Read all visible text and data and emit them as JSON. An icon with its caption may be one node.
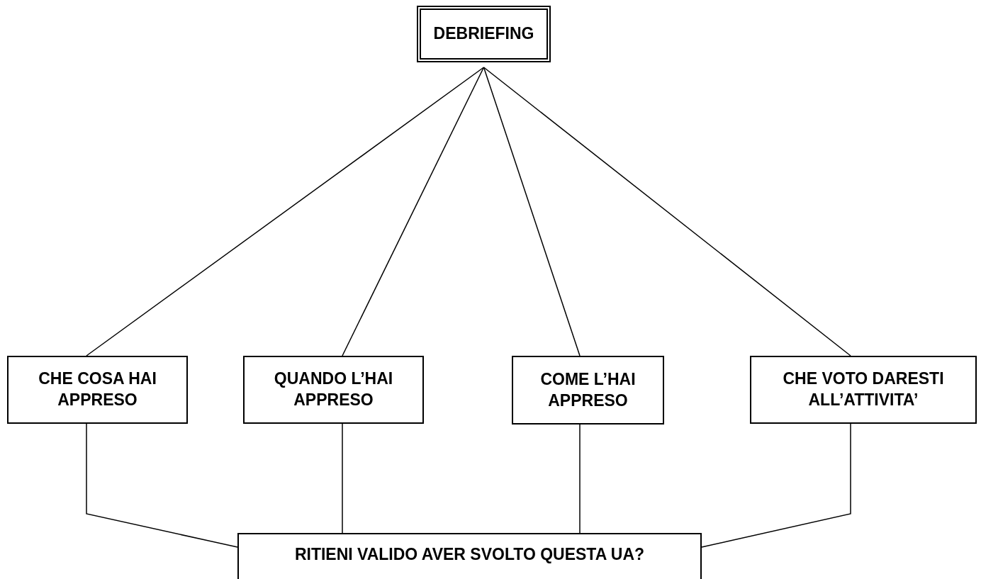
{
  "diagram": {
    "nodes": [
      {
        "text": [
          "DEBRIEFING"
        ]
      },
      {
        "text": [
          "CHE COSA HAI APPRESO"
        ]
      },
      {
        "text": [
          "QUANDO L’HAI APPRESO"
        ]
      },
      {
        "text": [
          "COME L’HAI APPRESO"
        ]
      },
      {
        "text": [
          "CHE VOTO DARESTI ALL’ATTIVITA’"
        ]
      },
      {
        "text": [
          "RITIENI VALIDO AVER SVOLTO QUESTA UA?"
        ]
      }
    ],
    "edges": [
      {
        "from": 0,
        "to": 1,
        "arrow": "none"
      },
      {
        "from": 0,
        "to": 2,
        "arrow": "none"
      },
      {
        "from": 0,
        "to": 3,
        "arrow": "none"
      },
      {
        "from": 0,
        "to": 4,
        "arrow": "none"
      },
      {
        "from": 1,
        "to": 5,
        "arrow": "none"
      },
      {
        "from": 2,
        "to": 5,
        "arrow": "none"
      },
      {
        "from": 3,
        "to": 5,
        "arrow": "none"
      },
      {
        "from": 4,
        "to": 5,
        "arrow": "none"
      }
    ]
  }
}
